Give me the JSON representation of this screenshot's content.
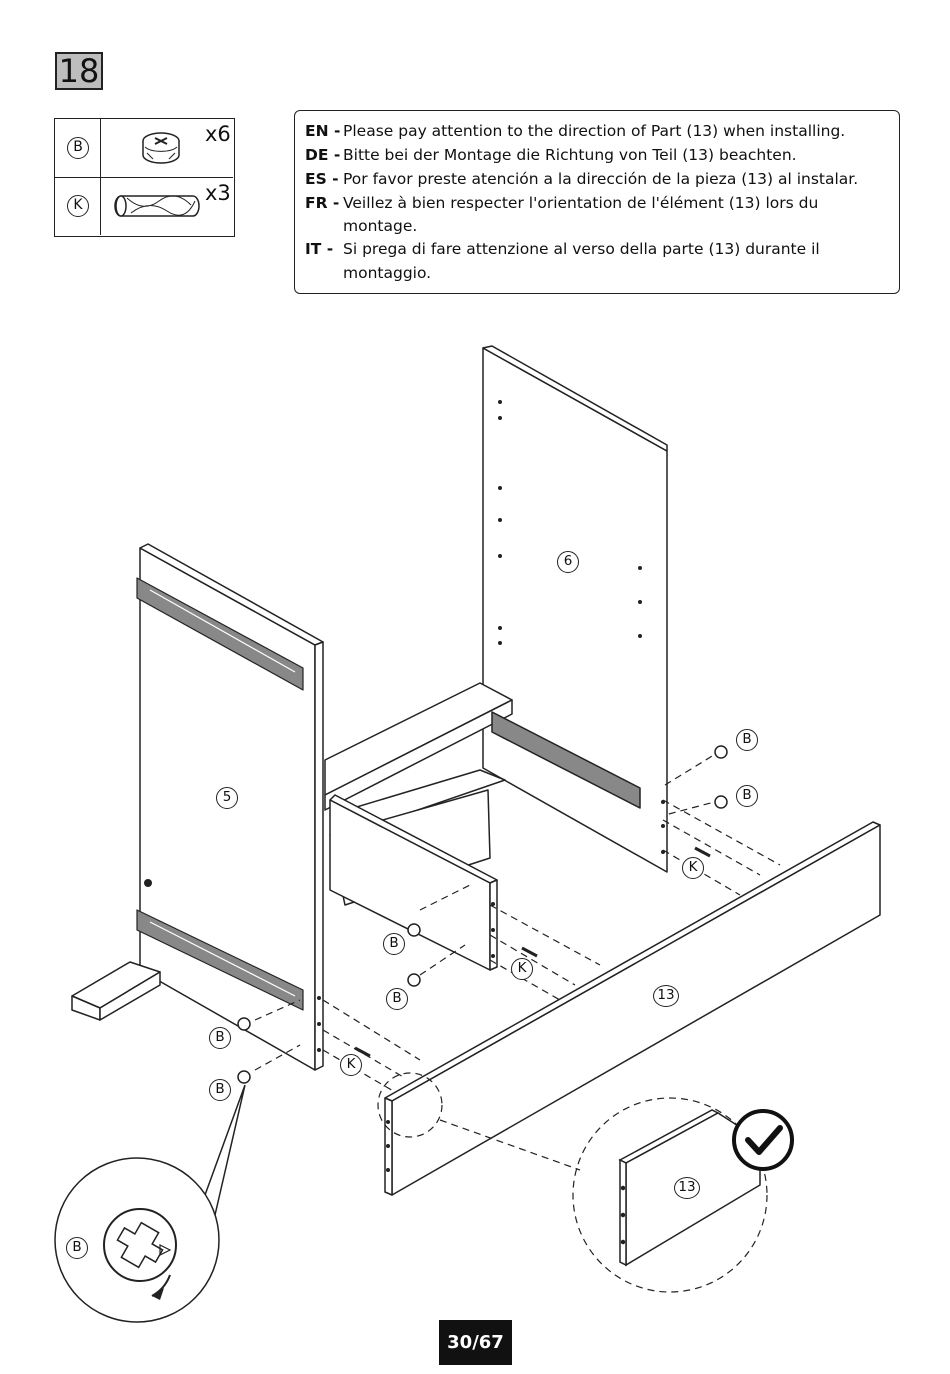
{
  "step": "18",
  "parts": [
    {
      "letter": "B",
      "qty": "x6",
      "icon": "cam-lock-icon"
    },
    {
      "letter": "K",
      "qty": "x3",
      "icon": "wooden-dowel-icon"
    }
  ],
  "instructions": [
    {
      "code": "EN -",
      "text": "Please pay attention to the direction of Part (13) when installing."
    },
    {
      "code": "DE -",
      "text": "Bitte bei der Montage die Richtung von Teil (13) beachten."
    },
    {
      "code": "ES -",
      "text": "Por favor preste atención a la dirección de la pieza (13) al instalar."
    },
    {
      "code": "FR -",
      "text": "Veillez à bien respecter l'orientation de l'élément (13) lors du",
      "cont": "montage."
    },
    {
      "code": "IT  -",
      "text": "Si prega di fare attenzione al verso della parte (13) durante il",
      "cont": "montaggio."
    }
  ],
  "diagram": {
    "panel_labels": {
      "left": "5",
      "back": "6",
      "front": "13",
      "detail": "13"
    },
    "callouts": {
      "cam": "B",
      "dowel": "K"
    },
    "check_icon": "checkmark-icon"
  },
  "page": "30/67"
}
